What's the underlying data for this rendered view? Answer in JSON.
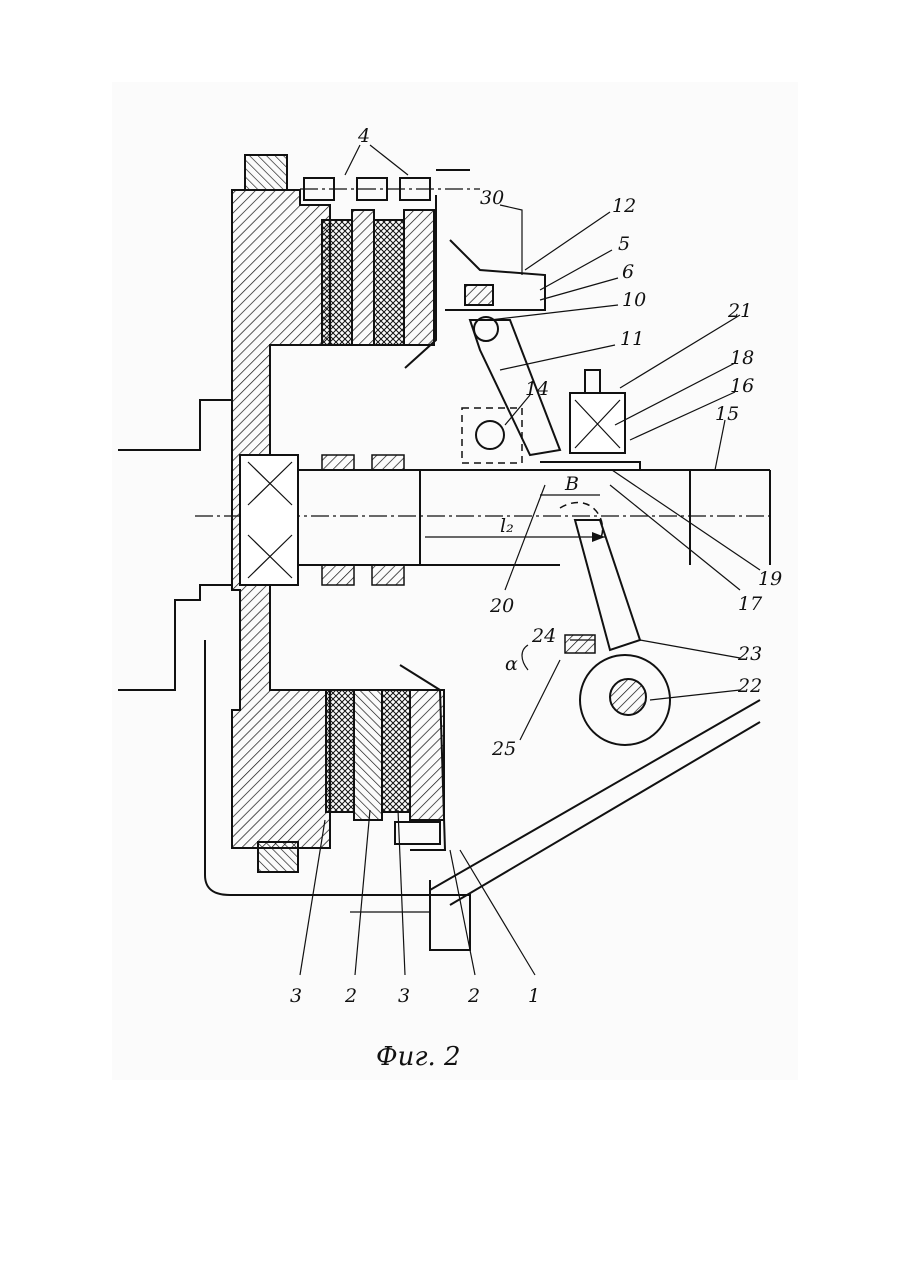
{
  "figure": {
    "caption": "Фиг. 2",
    "labels": {
      "l1": "1",
      "l2a": "2",
      "l2b": "2",
      "l3a": "3",
      "l3b": "3",
      "l4": "4",
      "l5": "5",
      "l6": "6",
      "l10": "10",
      "l11": "11",
      "l12": "12",
      "l14": "14",
      "l15": "15",
      "l16": "16",
      "l17": "17",
      "l18": "18",
      "l19": "19",
      "l20": "20",
      "l21": "21",
      "l22": "22",
      "l23": "23",
      "l24": "24",
      "l25": "25",
      "l30": "30",
      "B": "B",
      "alpha": "α",
      "l2dim": "l₂"
    }
  }
}
